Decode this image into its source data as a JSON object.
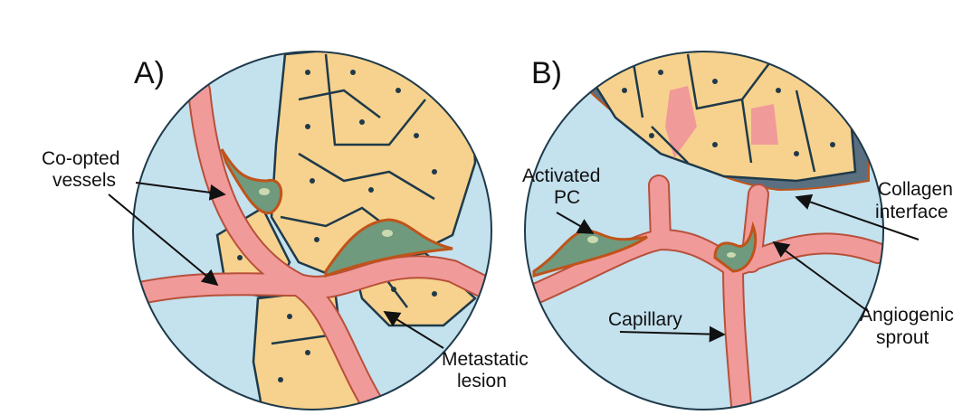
{
  "panels": [
    {
      "id": "A",
      "label": "A)",
      "annotations": [
        "Co-opted vessels",
        "Metastatic lesion"
      ]
    },
    {
      "id": "B",
      "label": "B)",
      "annotations": [
        "Activated PC",
        "Collagen interface",
        "Capillary",
        "Angiogenic sprout"
      ]
    }
  ],
  "labels": {
    "a_title": "A)",
    "b_title": "B)",
    "coopted_1": "Co-opted",
    "coopted_2": "vessels",
    "metastatic_1": "Metastatic",
    "metastatic_2": "lesion",
    "activated_1": "Activated",
    "activated_2": "PC",
    "collagen_1": "Collagen",
    "collagen_2": "interface",
    "capillary": "Capillary",
    "angiogenic_1": "Angiogenic",
    "angiogenic_2": "sprout"
  },
  "colors": {
    "background": "#c4e1ee",
    "tumor_cell": "#f7d28e",
    "vessel": "#f19a9a",
    "pericyte": "#6f9a7d",
    "collagen": "#5a7080",
    "outline": "#1f3a4a"
  }
}
